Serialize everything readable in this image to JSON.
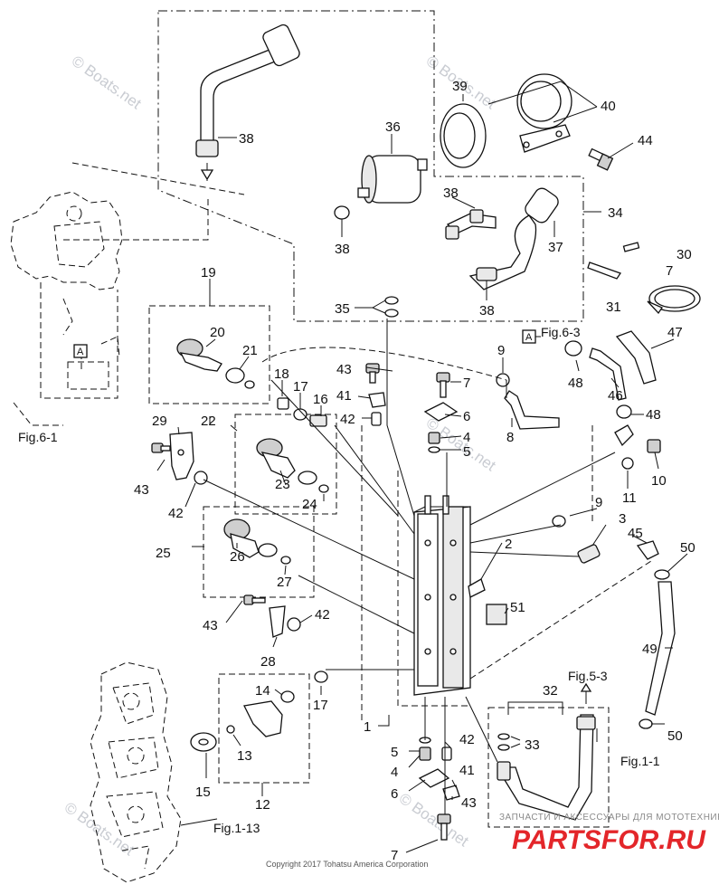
{
  "diagram": {
    "watermark": "© Boats.net",
    "copyright": "Copyright 2017 Tohatsu America Corporation",
    "brand_tagline": "ЗАПЧАСТИ И АКСЕССУАРЫ ДЛЯ МОТОТЕХНИКИ",
    "brand_logo": "PARTSFOR.RU",
    "figure_refs": {
      "fig_6_1": "Fig.6-1",
      "fig_6_3": "Fig.6-3",
      "fig_5_3": "Fig.5-3",
      "fig_1_1": "Fig.1-1",
      "fig_1_13": "Fig.1-13"
    },
    "box_letter": "A",
    "callouts": {
      "c1": "1",
      "c2": "2",
      "c3": "3",
      "c4a": "4",
      "c4b": "4",
      "c5a": "5",
      "c5b": "5",
      "c6a": "6",
      "c6b": "6",
      "c7a": "7",
      "c7b": "7",
      "c7c": "7",
      "c8": "8",
      "c9a": "9",
      "c9b": "9",
      "c10": "10",
      "c11": "11",
      "c12": "12",
      "c13": "13",
      "c14": "14",
      "c15": "15",
      "c16": "16",
      "c17a": "17",
      "c17b": "17",
      "c18": "18",
      "c19": "19",
      "c20": "20",
      "c21": "21",
      "c22": "22",
      "c23": "23",
      "c24": "24",
      "c25": "25",
      "c26": "26",
      "c27": "27",
      "c28": "28",
      "c29": "29",
      "c30": "30",
      "c31": "31",
      "c32": "32",
      "c33": "33",
      "c34": "34",
      "c35": "35",
      "c36": "36",
      "c37": "37",
      "c38a": "38",
      "c38b": "38",
      "c38c": "38",
      "c38d": "38",
      "c39": "39",
      "c40": "40",
      "c41a": "41",
      "c41b": "41",
      "c42a": "42",
      "c42b": "42",
      "c42c": "42",
      "c42d": "42",
      "c43a": "43",
      "c43b": "43",
      "c43c": "43",
      "c43d": "43",
      "c44": "44",
      "c45": "45",
      "c46": "46",
      "c47": "47",
      "c48a": "48",
      "c48b": "48",
      "c49": "49",
      "c50a": "50",
      "c50b": "50",
      "c51": "51"
    }
  }
}
